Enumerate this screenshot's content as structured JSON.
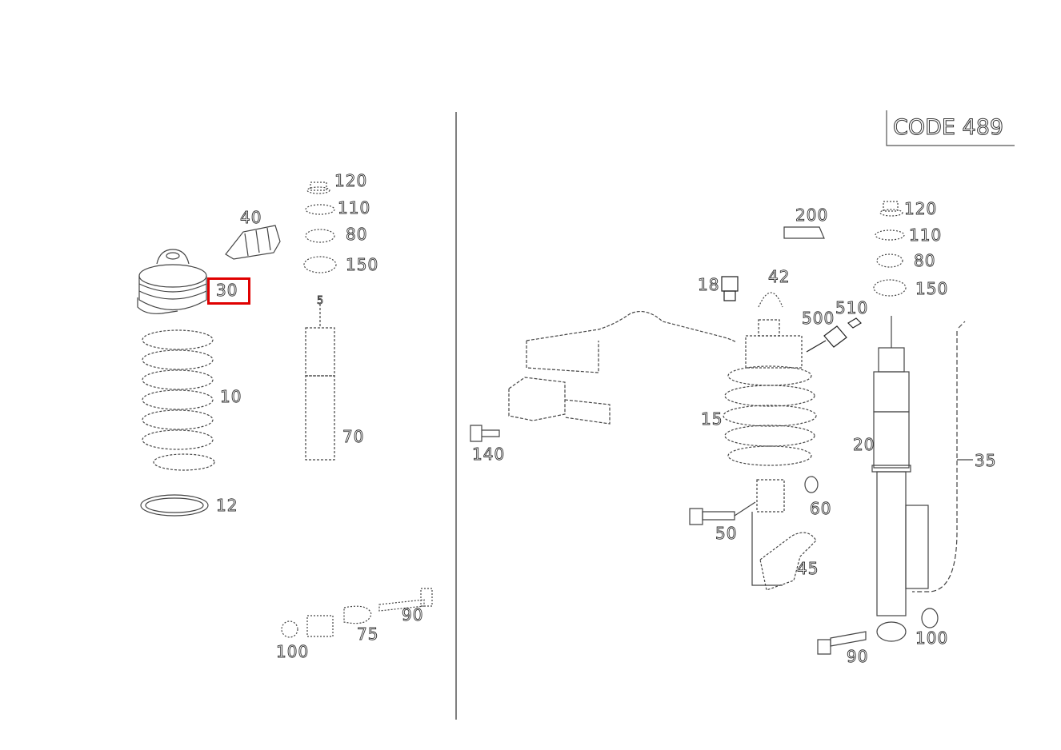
{
  "diagram": {
    "code_label": "CODE 489",
    "highlight_color": "#e00000",
    "highlighted_part": "30",
    "left_panel": {
      "labels": [
        "120",
        "110",
        "80",
        "150",
        "40",
        "30",
        "5",
        "10",
        "70",
        "12",
        "90",
        "75",
        "100"
      ]
    },
    "right_panel": {
      "labels": [
        "200",
        "120",
        "110",
        "80",
        "150",
        "18",
        "42",
        "500",
        "510",
        "140",
        "15",
        "20",
        "35",
        "60",
        "50",
        "45",
        "100",
        "90"
      ]
    }
  }
}
